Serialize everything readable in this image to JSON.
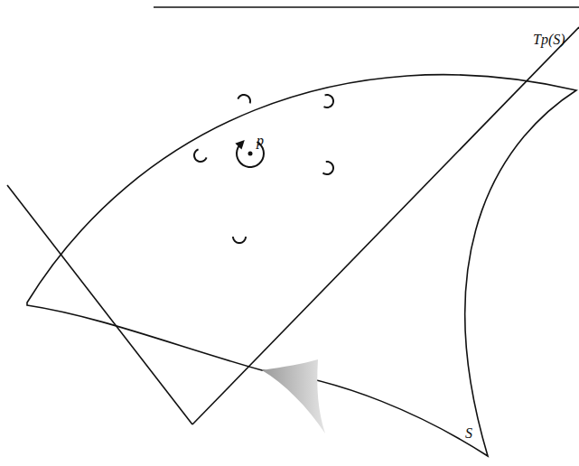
{
  "diagram": {
    "labels": [
      "Tp(S)",
      "p",
      "S"
    ]
  }
}
